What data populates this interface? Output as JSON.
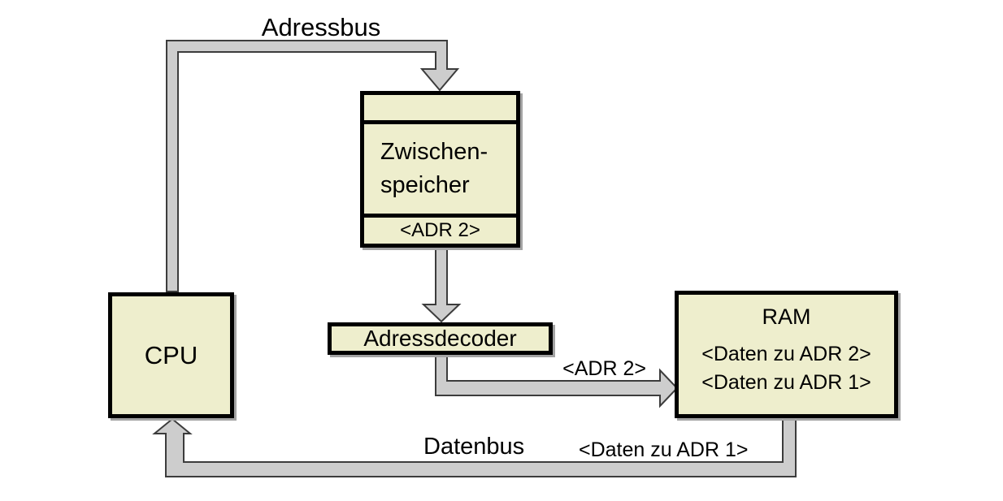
{
  "diagram": {
    "colors": {
      "background": "#ffffff",
      "text": "#000000",
      "box_fill": "#eeeecd",
      "box_border": "#000000",
      "bus_fill": "#cdcdcd",
      "bus_outline": "#3c3c3c",
      "shadow": "#a3a3a3"
    },
    "bus_labels": {
      "adressbus": "Adressbus",
      "adr2": "<ADR 2>",
      "datenbus": "Datenbus",
      "daten_zu_adr1": "<Daten zu ADR 1>"
    },
    "nodes": {
      "cpu": {
        "title": "CPU"
      },
      "zwischenspeicher": {
        "title_line1": "Zwischen-",
        "title_line2": "speicher",
        "slot": "<ADR 2>"
      },
      "adressdecoder": {
        "title": "Adressdecoder"
      },
      "ram": {
        "title": "RAM",
        "rows": [
          "<Daten zu ADR 2>",
          "<Daten zu ADR 1>"
        ]
      }
    }
  }
}
